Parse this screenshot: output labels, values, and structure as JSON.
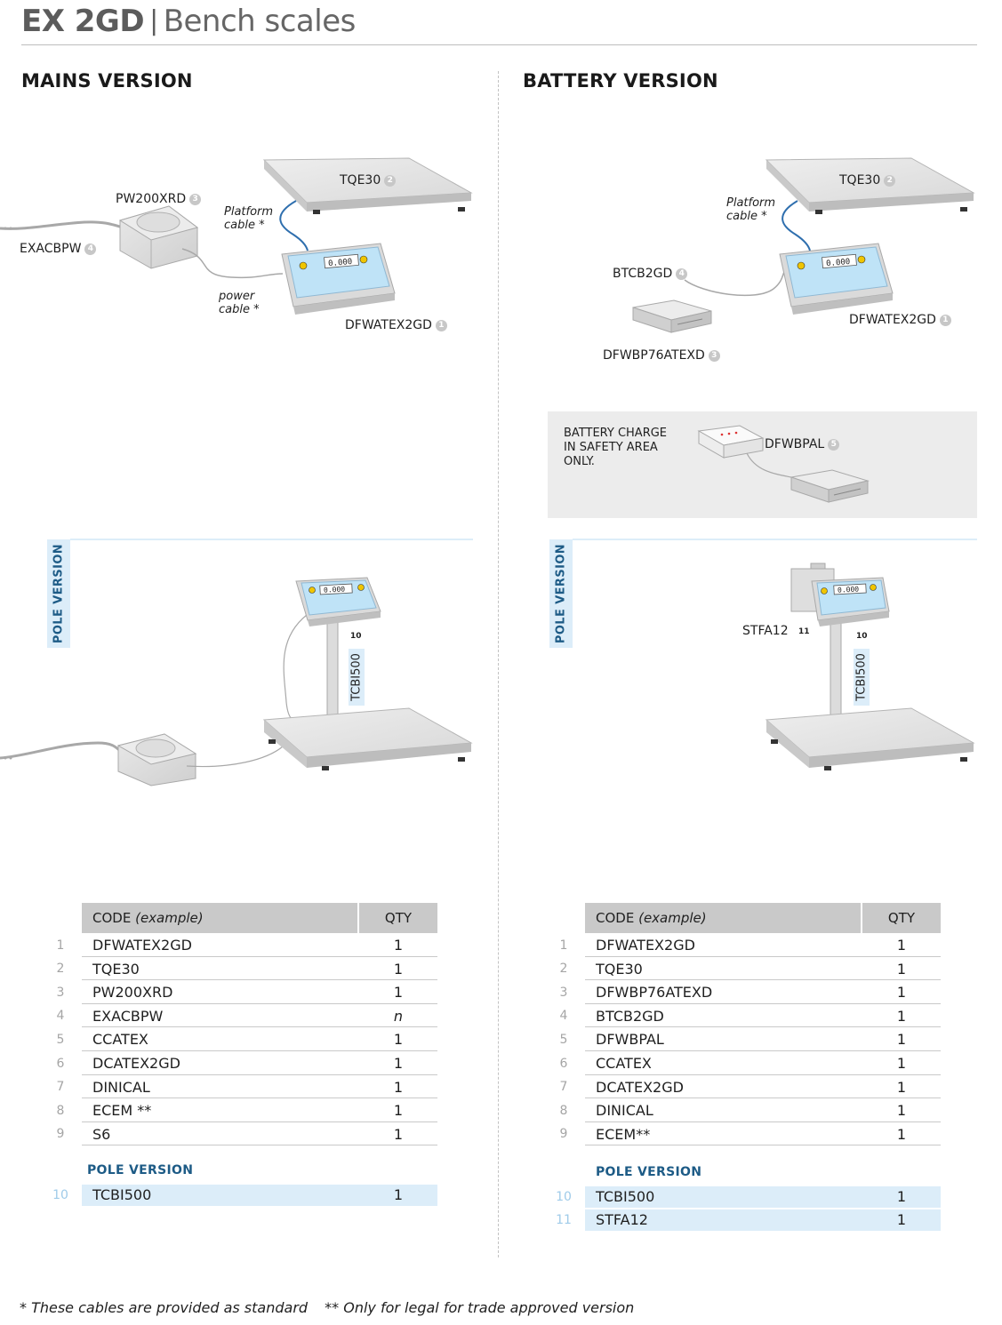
{
  "header": {
    "model": "EX 2GD",
    "subtitle": "Bench scales"
  },
  "mains": {
    "title": "MAINS VERSION",
    "labels": {
      "platform": "TQE30",
      "platform_no": "2",
      "supply": "PW200XRD",
      "supply_no": "3",
      "cable": "EXACBPW",
      "cable_no": "4",
      "indicator": "DFWATEX2GD",
      "indicator_no": "1",
      "platform_cable": "Platform cable *",
      "power_cable": "power cable *"
    },
    "pole": {
      "tag": "POLE VERSION",
      "num": "10",
      "code": "TCBI500"
    },
    "table": {
      "head_code": "CODE",
      "head_code_note": "(example)",
      "head_qty": "QTY",
      "rows": [
        {
          "n": "1",
          "code": "DFWATEX2GD",
          "qty": "1"
        },
        {
          "n": "2",
          "code": "TQE30",
          "qty": "1"
        },
        {
          "n": "3",
          "code": "PW200XRD",
          "qty": "1"
        },
        {
          "n": "4",
          "code": "EXACBPW",
          "qty": "n"
        },
        {
          "n": "5",
          "code": "CCATEX",
          "qty": "1"
        },
        {
          "n": "6",
          "code": "DCATEX2GD",
          "qty": "1"
        },
        {
          "n": "7",
          "code": "DINICAL",
          "qty": "1"
        },
        {
          "n": "8",
          "code": "ECEM **",
          "qty": "1"
        },
        {
          "n": "9",
          "code": "S6",
          "qty": "1"
        }
      ],
      "pole_heading": "POLE VERSION",
      "pole_rows": [
        {
          "n": "10",
          "code": "TCBI500",
          "qty": "1"
        }
      ]
    }
  },
  "battery": {
    "title": "BATTERY VERSION",
    "labels": {
      "platform": "TQE30",
      "platform_no": "2",
      "cable": "BTCB2GD",
      "cable_no": "4",
      "indicator": "DFWATEX2GD",
      "indicator_no": "1",
      "pack": "DFWBP76ATEXD",
      "pack_no": "3",
      "platform_cable": "Platform cable *"
    },
    "charge": {
      "note": "BATTERY CHARGE IN SAFETY AREA ONLY.",
      "charger": "DFWBPAL",
      "charger_no": "5"
    },
    "pole": {
      "tag": "POLE VERSION",
      "num": "10",
      "code": "TCBI500",
      "bracket": "STFA12",
      "bracket_num": "11"
    },
    "table": {
      "head_code": "CODE",
      "head_code_note": "(example)",
      "head_qty": "QTY",
      "rows": [
        {
          "n": "1",
          "code": "DFWATEX2GD",
          "qty": "1"
        },
        {
          "n": "2",
          "code": "TQE30",
          "qty": "1"
        },
        {
          "n": "3",
          "code": "DFWBP76ATEXD",
          "qty": "1"
        },
        {
          "n": "4",
          "code": "BTCB2GD",
          "qty": "1"
        },
        {
          "n": "5",
          "code": "DFWBPAL",
          "qty": "1"
        },
        {
          "n": "6",
          "code": "CCATEX",
          "qty": "1"
        },
        {
          "n": "7",
          "code": "DCATEX2GD",
          "qty": "1"
        },
        {
          "n": "8",
          "code": "DINICAL",
          "qty": "1"
        },
        {
          "n": "9",
          "code": "ECEM**",
          "qty": "1"
        }
      ],
      "pole_heading": "POLE VERSION",
      "pole_rows": [
        {
          "n": "10",
          "code": "TCBI500",
          "qty": "1"
        },
        {
          "n": "11",
          "code": "STFA12",
          "qty": "1"
        }
      ]
    }
  },
  "footnotes": {
    "a": "* These cables are provided as standard",
    "b": "** Only for legal for trade approved version"
  },
  "colors": {
    "accent_blue": "#1d5b86",
    "highlight": "#dcedf9",
    "table_head": "#c9c9c9",
    "display_blue": "#bfe3f7"
  },
  "icons": [
    "scale-platform-icon",
    "weighing-indicator-icon",
    "power-supply-icon",
    "battery-pack-icon",
    "battery-charger-icon",
    "atex-mark-icon"
  ],
  "display_readout": "0.000"
}
